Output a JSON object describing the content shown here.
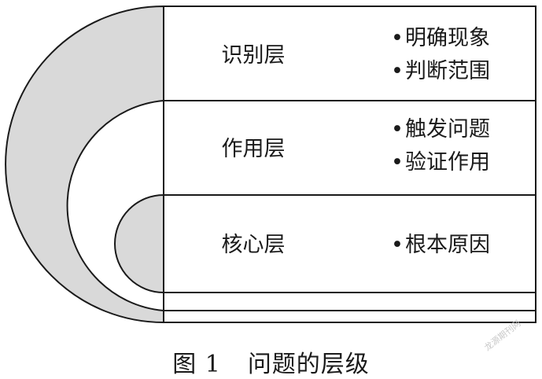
{
  "layers": [
    {
      "name": "识别层",
      "bullets": [
        "明确现象",
        "判断范围"
      ]
    },
    {
      "name": "作用层",
      "bullets": [
        "触发问题",
        "验证作用"
      ]
    },
    {
      "name": "核心层",
      "bullets": [
        "根本原因"
      ]
    }
  ],
  "bullet_glyph": "•",
  "caption": {
    "figure_number": "图 1",
    "title": "问题的层级"
  },
  "watermark": "龙源期刊网",
  "colors": {
    "arc_fill": "#d9d9d9",
    "stroke": "#1a1a1a",
    "background": "#ffffff"
  }
}
